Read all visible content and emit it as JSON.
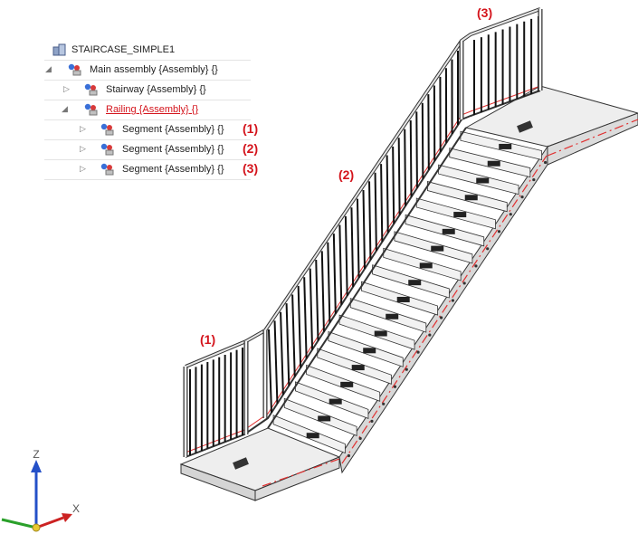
{
  "tree": {
    "root": "STAIRCASE_SIMPLE1",
    "items": [
      {
        "label": "Main assembly {Assembly} {}",
        "level": 1,
        "expanded": true,
        "selected": false,
        "callout": ""
      },
      {
        "label": "Stairway {Assembly} {}",
        "level": 2,
        "expanded": false,
        "selected": false,
        "callout": ""
      },
      {
        "label": "Railing {Assembly} {}",
        "level": 2,
        "expanded": true,
        "selected": true,
        "callout": ""
      },
      {
        "label": "Segment {Assembly} {}",
        "level": 3,
        "expanded": false,
        "selected": false,
        "callout": "(1)"
      },
      {
        "label": "Segment {Assembly} {}",
        "level": 3,
        "expanded": false,
        "selected": false,
        "callout": "(2)"
      },
      {
        "label": "Segment {Assembly} {}",
        "level": 3,
        "expanded": false,
        "selected": false,
        "callout": "(3)"
      }
    ]
  },
  "model_callouts": [
    "(1)",
    "(2)",
    "(3)"
  ],
  "axes": {
    "z": "Z",
    "x": "X"
  },
  "colors": {
    "callout": "#d4141c",
    "z_axis": "#2450c8",
    "x_axis": "#cc2222",
    "y_axis": "#2aa02a",
    "centerline": "#e03030"
  },
  "icons": {
    "root": "assembly-root-icon",
    "node": "assembly-node-icon",
    "expand": "triangle-expanded-icon",
    "collapse": "triangle-collapsed-icon"
  }
}
